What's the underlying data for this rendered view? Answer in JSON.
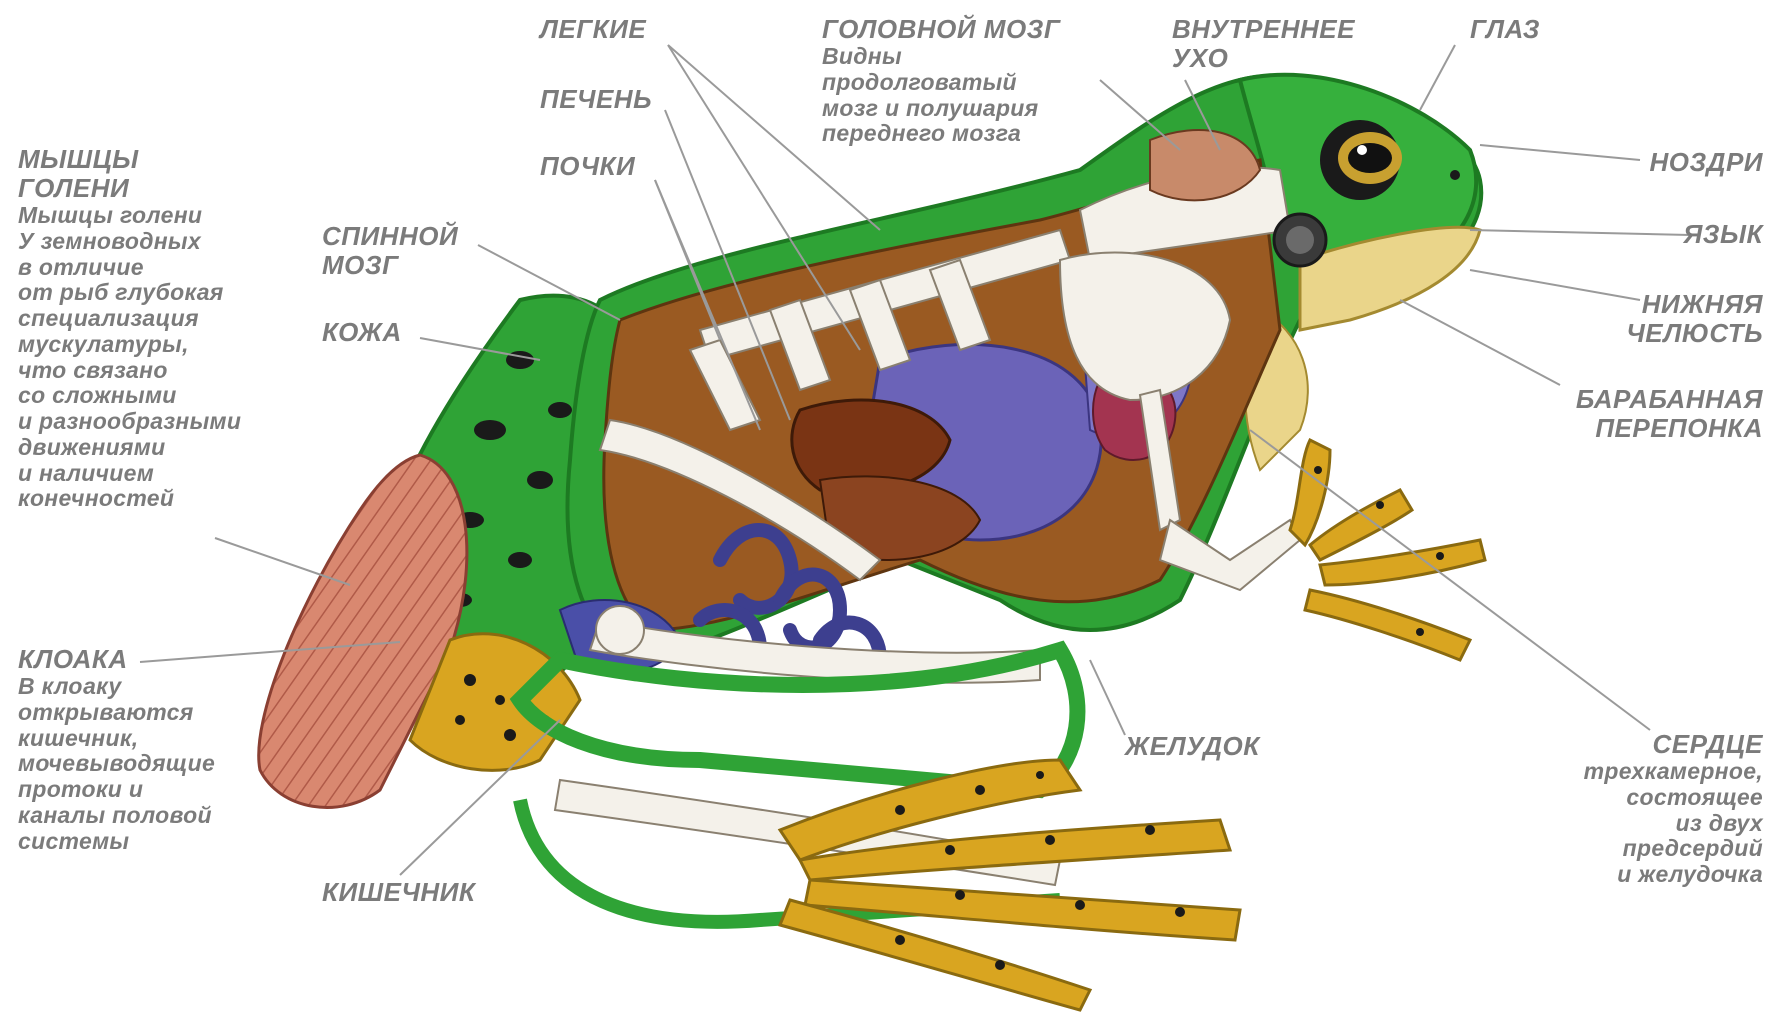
{
  "labels": {
    "muscles": {
      "title": [
        "МЫШЦЫ",
        "ГОЛЕНИ"
      ],
      "desc": [
        "Мышцы голени",
        "У земноводных",
        "в отличие",
        "от рыб глубокая",
        "специализация",
        "мускулатуры,",
        "что связано",
        "со сложными",
        "и разнообразными",
        "движениями",
        "и наличием",
        "конечностей"
      ]
    },
    "spinal_cord": {
      "title": [
        "СПИННОЙ",
        "МОЗГ"
      ]
    },
    "skin": {
      "title": [
        "КОЖА"
      ]
    },
    "lungs": {
      "title": [
        "ЛЕГКИЕ"
      ]
    },
    "liver": {
      "title": [
        "ПЕЧЕНЬ"
      ]
    },
    "kidneys": {
      "title": [
        "ПОЧКИ"
      ]
    },
    "brain": {
      "title": [
        "ГОЛОВНОЙ МОЗГ"
      ],
      "desc": [
        "Видны",
        "продолговатый",
        "мозг и полушария",
        "переднего мозга"
      ]
    },
    "inner_ear": {
      "title": [
        "ВНУТРЕННЕЕ",
        "УХО"
      ]
    },
    "eye": {
      "title": [
        "ГЛАЗ"
      ]
    },
    "nostrils": {
      "title": [
        "НОЗДРИ"
      ]
    },
    "tongue": {
      "title": [
        "ЯЗЫК"
      ]
    },
    "lower_jaw": {
      "title": [
        "НИЖНЯЯ",
        "ЧЕЛЮСТЬ"
      ]
    },
    "eardrum": {
      "title": [
        "БАРАБАННАЯ",
        "ПЕРЕПОНКА"
      ]
    },
    "cloaca": {
      "title": [
        "КЛОАКА"
      ],
      "desc": [
        "В клоаку",
        "открываются",
        "кишечник,",
        "мочевыводящие",
        "протоки и",
        "каналы половой",
        "системы"
      ]
    },
    "intestine": {
      "title": [
        "КИШЕЧНИК"
      ]
    },
    "stomach": {
      "title": [
        "ЖЕЛУДОК"
      ]
    },
    "heart": {
      "title": [
        "СЕРДЦЕ"
      ],
      "desc": [
        "трехкамерное,",
        "состоящее",
        "из двух",
        "предсердий",
        "и желудочка"
      ]
    }
  },
  "colors": {
    "skin_green": "#2fa336",
    "dark_green": "#1d7a22",
    "spots": "#1a1a1a",
    "yellow_skin": "#d9a520",
    "body_cavity": "#9a5a22",
    "bone": "#f4f1ea",
    "lung_purple": "#6b63b8",
    "liver_brown": "#7a3414",
    "muscle_pink": "#d98870",
    "label_grey": "#7b7b7b"
  }
}
